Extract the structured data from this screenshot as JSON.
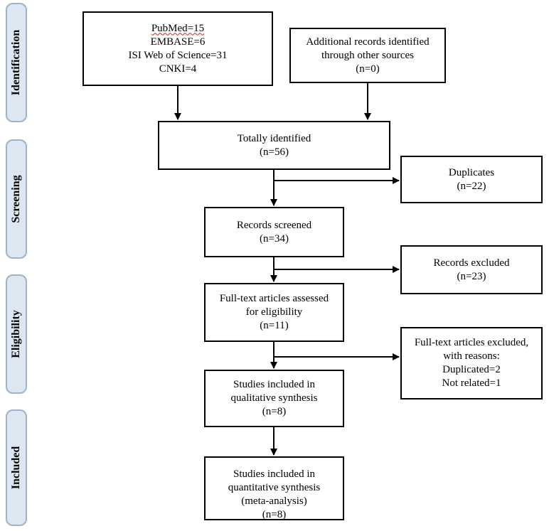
{
  "stages": {
    "identification": "Identification",
    "screening": "Screening",
    "eligibility": "Eligibility",
    "included": "Included"
  },
  "boxes": {
    "databases": [
      "PubMed=15",
      "EMBASE=6",
      "ISI Web of Science=31",
      "CNKI=4"
    ],
    "other_sources": [
      "Additional records identified",
      "through other sources",
      "(n=0)"
    ],
    "identified": [
      "Totally identified",
      "(n=56)"
    ],
    "duplicates": [
      "Duplicates",
      "(n=22)"
    ],
    "screened": [
      "Records screened",
      "(n=34)"
    ],
    "excluded": [
      "Records excluded",
      "(n=23)"
    ],
    "fulltext": [
      "Full-text articles assessed",
      "for eligibility",
      "(n=11)"
    ],
    "fulltext_excluded": [
      "Full-text articles excluded,",
      "with reasons:",
      "Duplicated=2",
      "Not related=1"
    ],
    "qualitative": [
      "Studies included in",
      "qualitative synthesis",
      "(n=8)"
    ],
    "quantitative": [
      "Studies included in",
      "quantitative synthesis",
      "(meta-analysis)",
      "(n=8)"
    ]
  }
}
